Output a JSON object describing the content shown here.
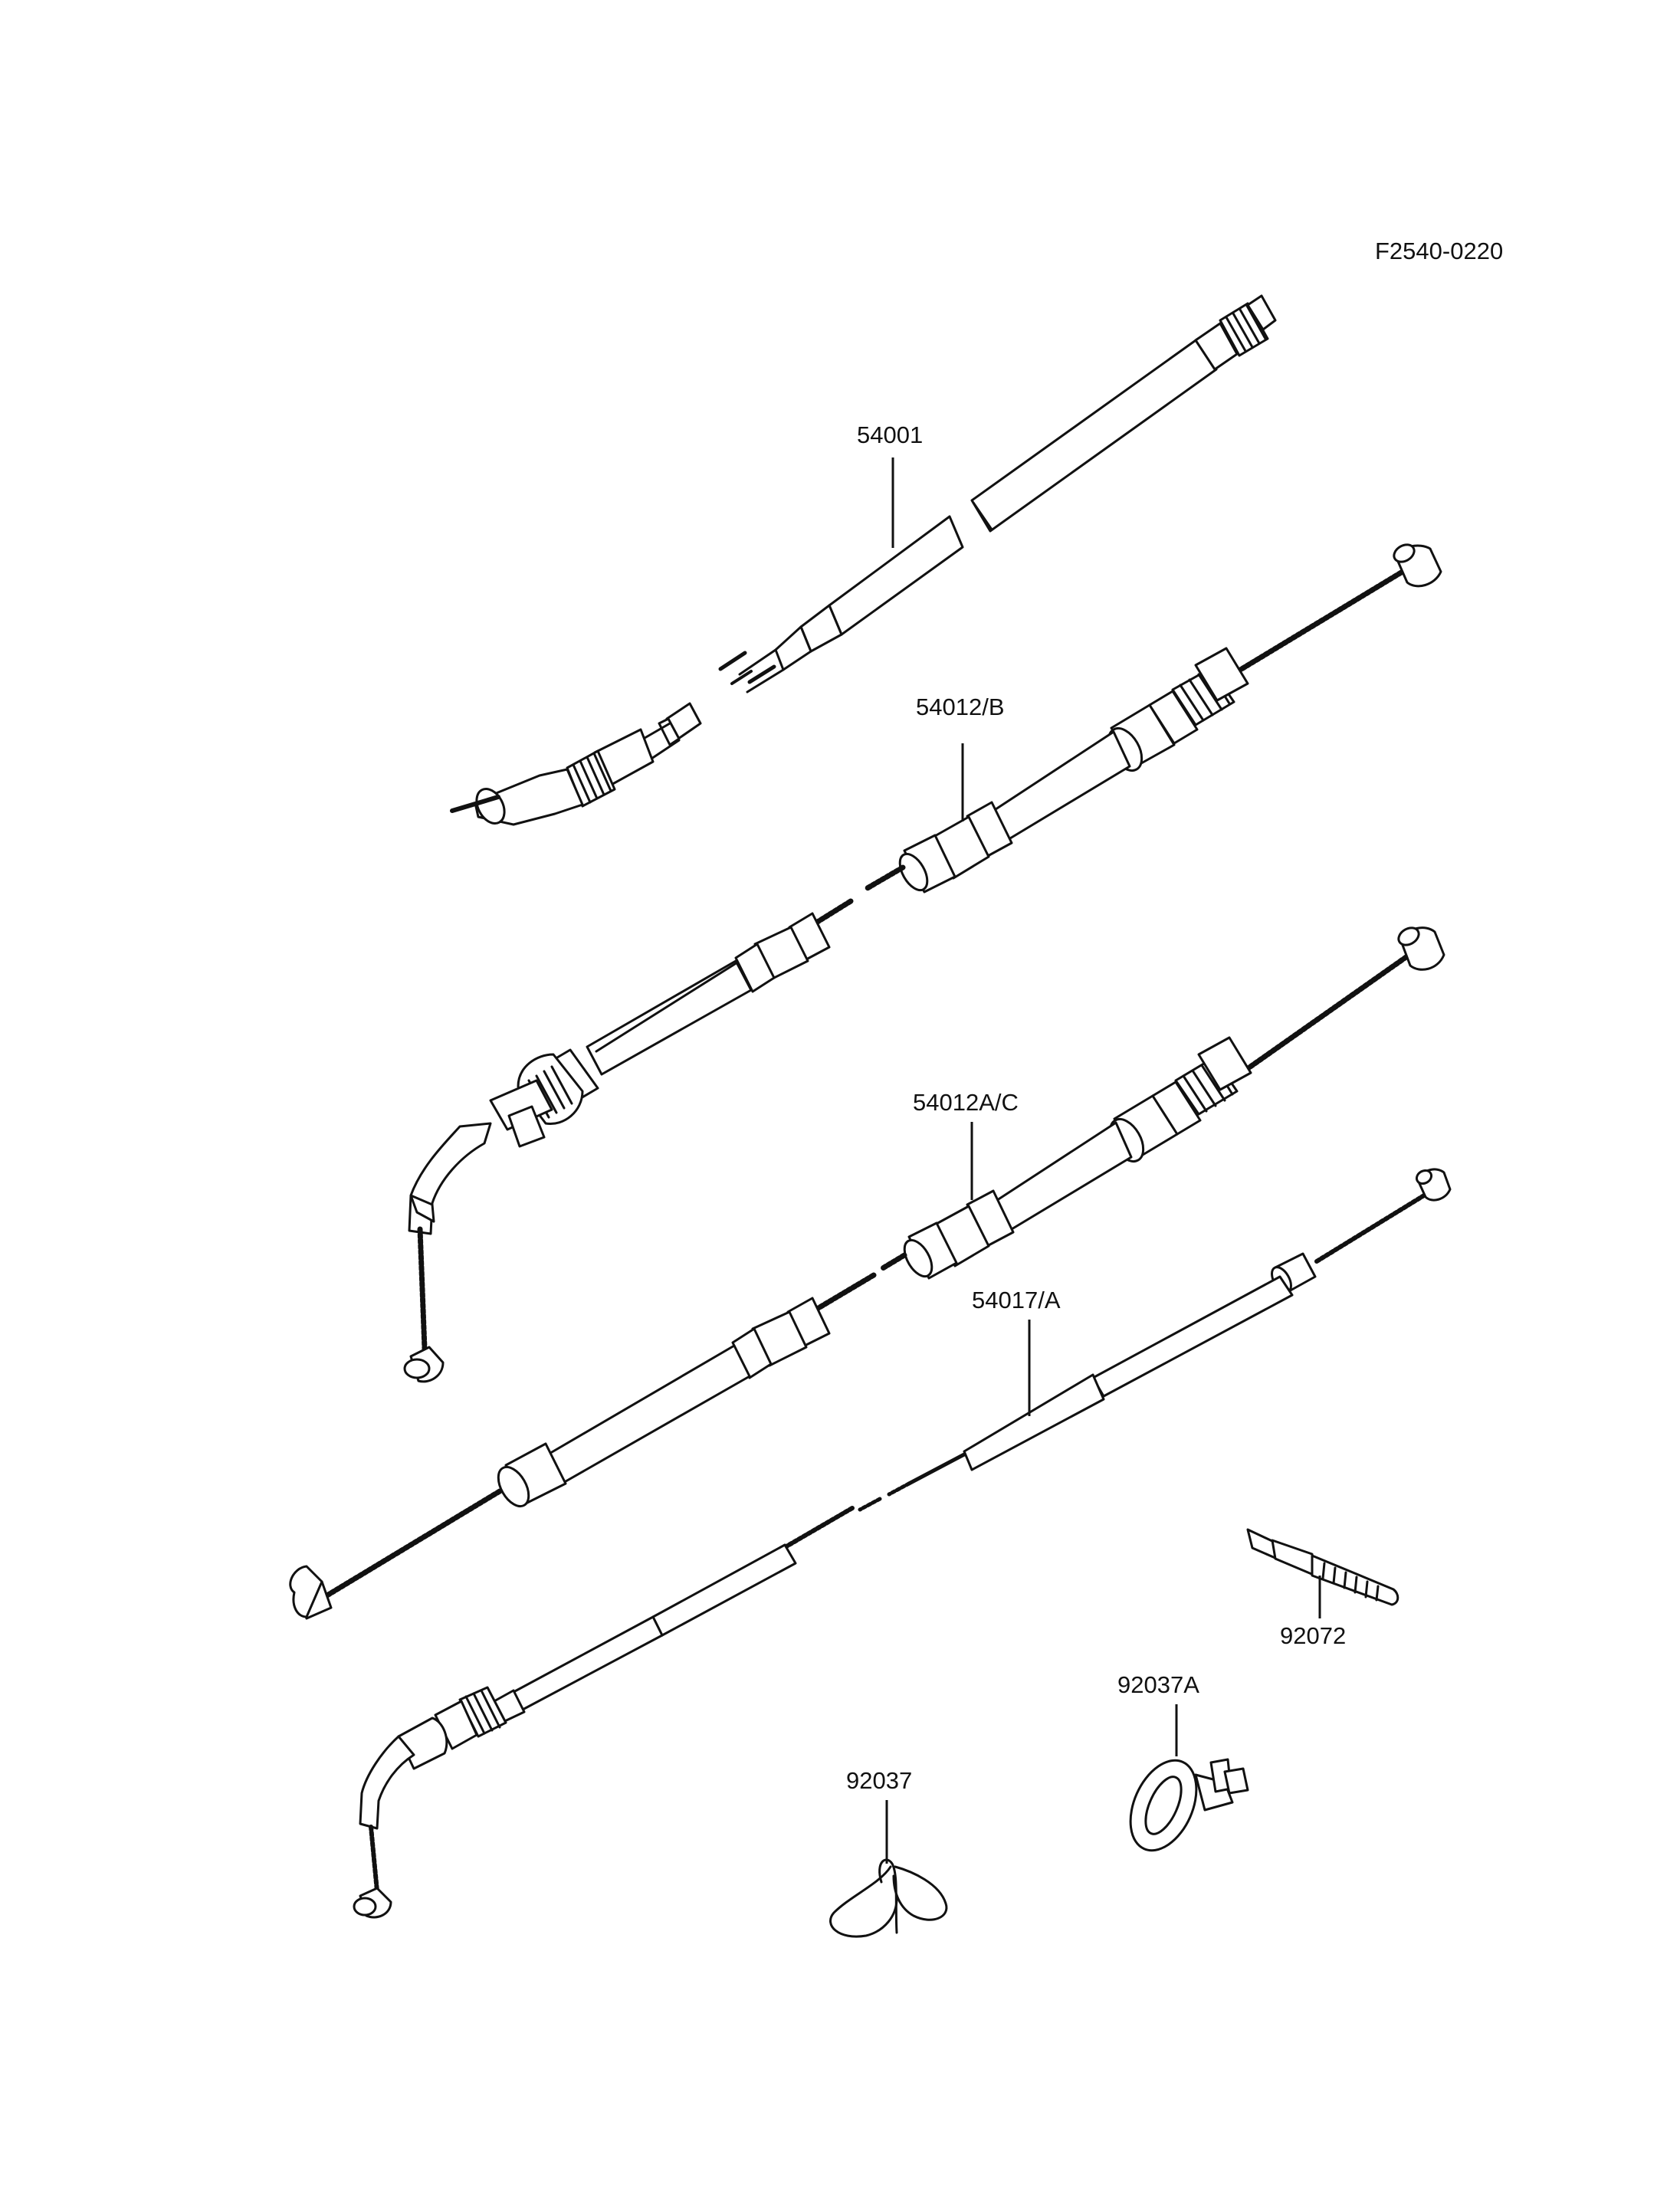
{
  "figure_id": "F2540-0220",
  "labels": {
    "speedometer_cable": "54001",
    "throttle_cable_b": "54012/B",
    "throttle_cable_ac": "54012A/C",
    "choke_cable": "54017/A",
    "cable_tie": "92072",
    "clamp_a": "92037A",
    "clamp": "92037"
  },
  "colors": {
    "ink": "#111111",
    "paper": "#ffffff"
  }
}
